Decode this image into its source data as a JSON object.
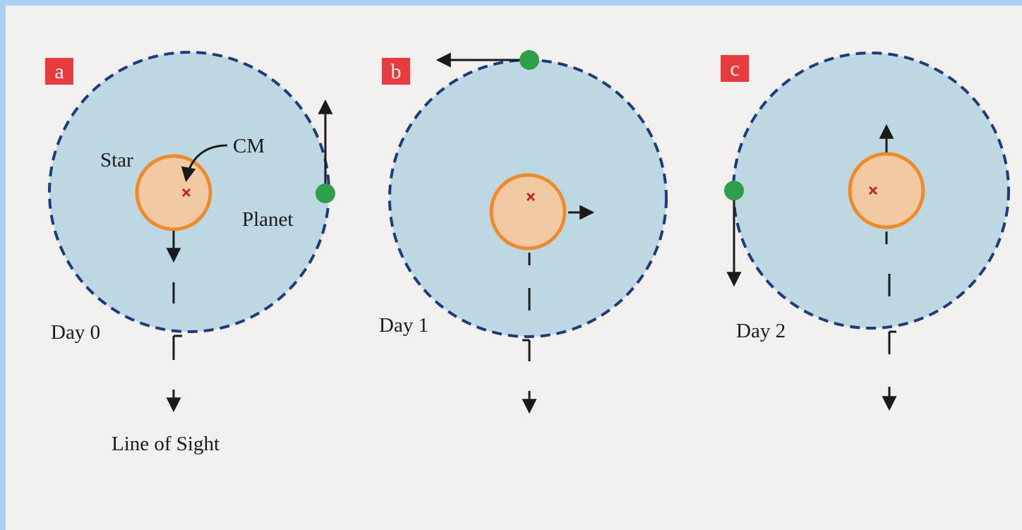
{
  "panels": [
    {
      "badge": "a",
      "day_label": "Day 0"
    },
    {
      "badge": "b",
      "day_label": "Day 1"
    },
    {
      "badge": "c",
      "day_label": "Day 2"
    }
  ],
  "labels": {
    "star": "Star",
    "cm": "CM",
    "planet": "Planet",
    "line_of_sight": "Line of Sight"
  },
  "colors": {
    "badge": "#e8393c",
    "orbit_fill": "#bdd8e2",
    "orbit_stroke": "#1e3a7a",
    "star_fill": "#f3c9a3",
    "star_stroke": "#ee8a2a",
    "planet": "#2f9e48",
    "cm_marker": "#c0242c"
  }
}
